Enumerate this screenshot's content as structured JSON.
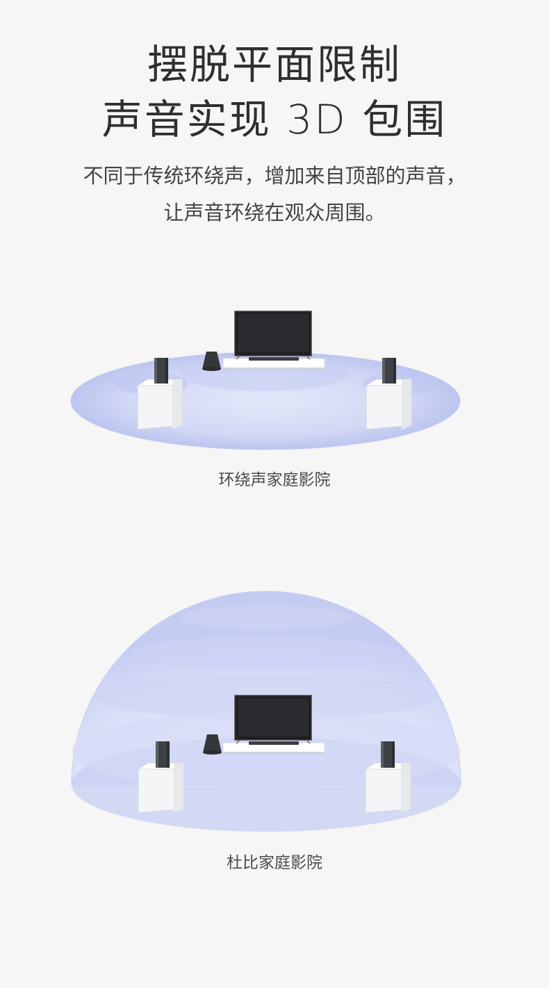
{
  "heading": {
    "line1": "摆脱平面限制",
    "line2": "声音实现 3D 包围"
  },
  "description": {
    "line1": "不同于传统环绕声，增加来自顶部的声音，",
    "line2": "让声音环绕在观众周围。"
  },
  "scenes": [
    {
      "caption": "环绕声家庭影院"
    },
    {
      "caption": "杜比家庭影院"
    }
  ],
  "colors": {
    "background": "#f5f6f5",
    "sound_field": "#c9d0f2",
    "sound_field_edge": "#aab5ea",
    "speaker": "#3c3f41",
    "stand": "#ffffff"
  }
}
